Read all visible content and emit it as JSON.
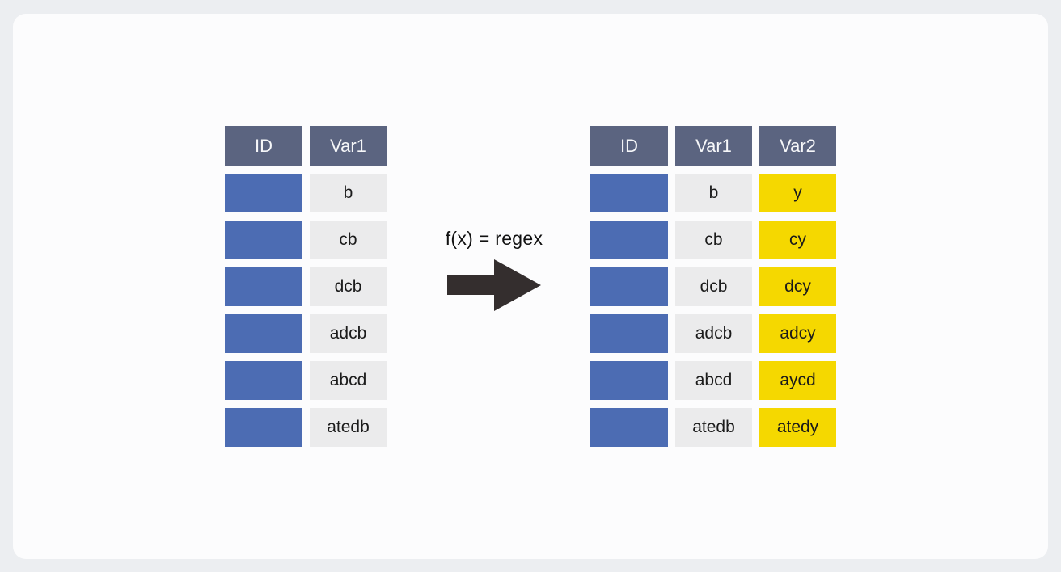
{
  "colors": {
    "page_bg": "#eceef1",
    "card_bg": "#fcfcfd",
    "header_bg": "#5b6480",
    "id_cell_bg": "#4c6cb3",
    "var1_cell_bg": "#ebebec",
    "var2_cell_bg": "#f5d800",
    "arrow_color": "#342e2e"
  },
  "transform": {
    "label": "f(x) = regex",
    "arrow_icon": "right-block-arrow"
  },
  "left_table": {
    "headers": [
      "ID",
      "Var1"
    ],
    "rows": [
      {
        "var1": "b"
      },
      {
        "var1": "cb"
      },
      {
        "var1": "dcb"
      },
      {
        "var1": "adcb"
      },
      {
        "var1": "abcd"
      },
      {
        "var1": "atedb"
      }
    ]
  },
  "right_table": {
    "headers": [
      "ID",
      "Var1",
      "Var2"
    ],
    "rows": [
      {
        "var1": "b",
        "var2": "y"
      },
      {
        "var1": "cb",
        "var2": "cy"
      },
      {
        "var1": "dcb",
        "var2": "dcy"
      },
      {
        "var1": "adcb",
        "var2": "adcy"
      },
      {
        "var1": "abcd",
        "var2": "aycd"
      },
      {
        "var1": "atedb",
        "var2": "atedy"
      }
    ]
  }
}
